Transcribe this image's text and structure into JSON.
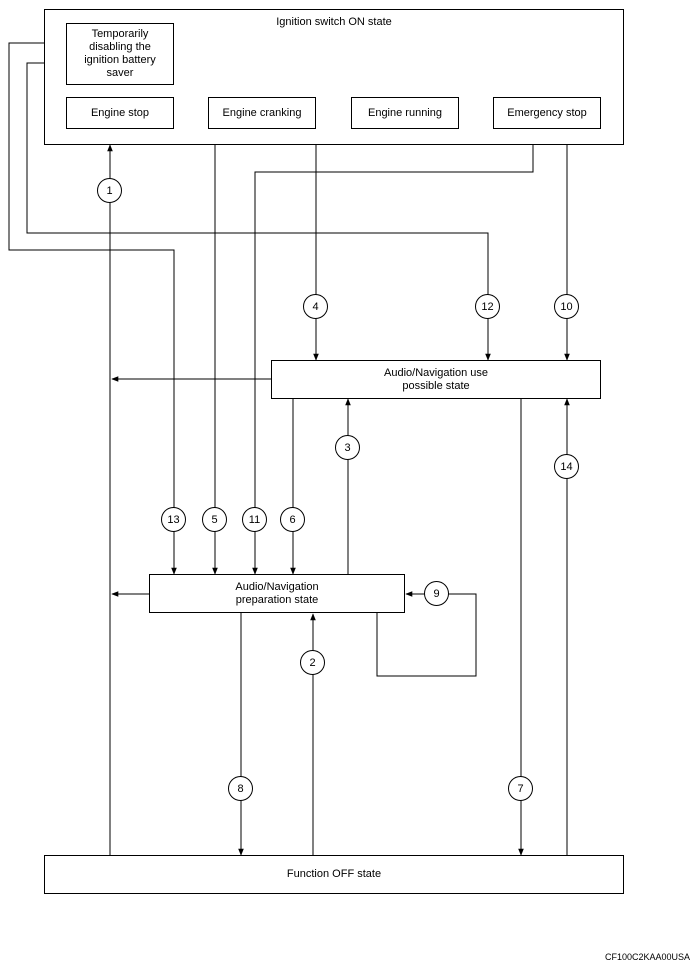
{
  "ignition_on": {
    "title": "Ignition switch ON state",
    "temp_disable": "Temporarily disabling the ignition battery saver",
    "engine_stop": "Engine stop",
    "engine_cranking": "Engine cranking",
    "engine_running": "Engine running",
    "emergency_stop": "Emergency stop"
  },
  "use_possible": "Audio/Navigation use possible state",
  "preparation": "Audio/Navigation preparation state",
  "function_off": "Function OFF state",
  "transitions": [
    "1",
    "2",
    "3",
    "4",
    "5",
    "6",
    "7",
    "8",
    "9",
    "10",
    "11",
    "12",
    "13",
    "14"
  ],
  "caption": "CF100C2KAA00USA"
}
